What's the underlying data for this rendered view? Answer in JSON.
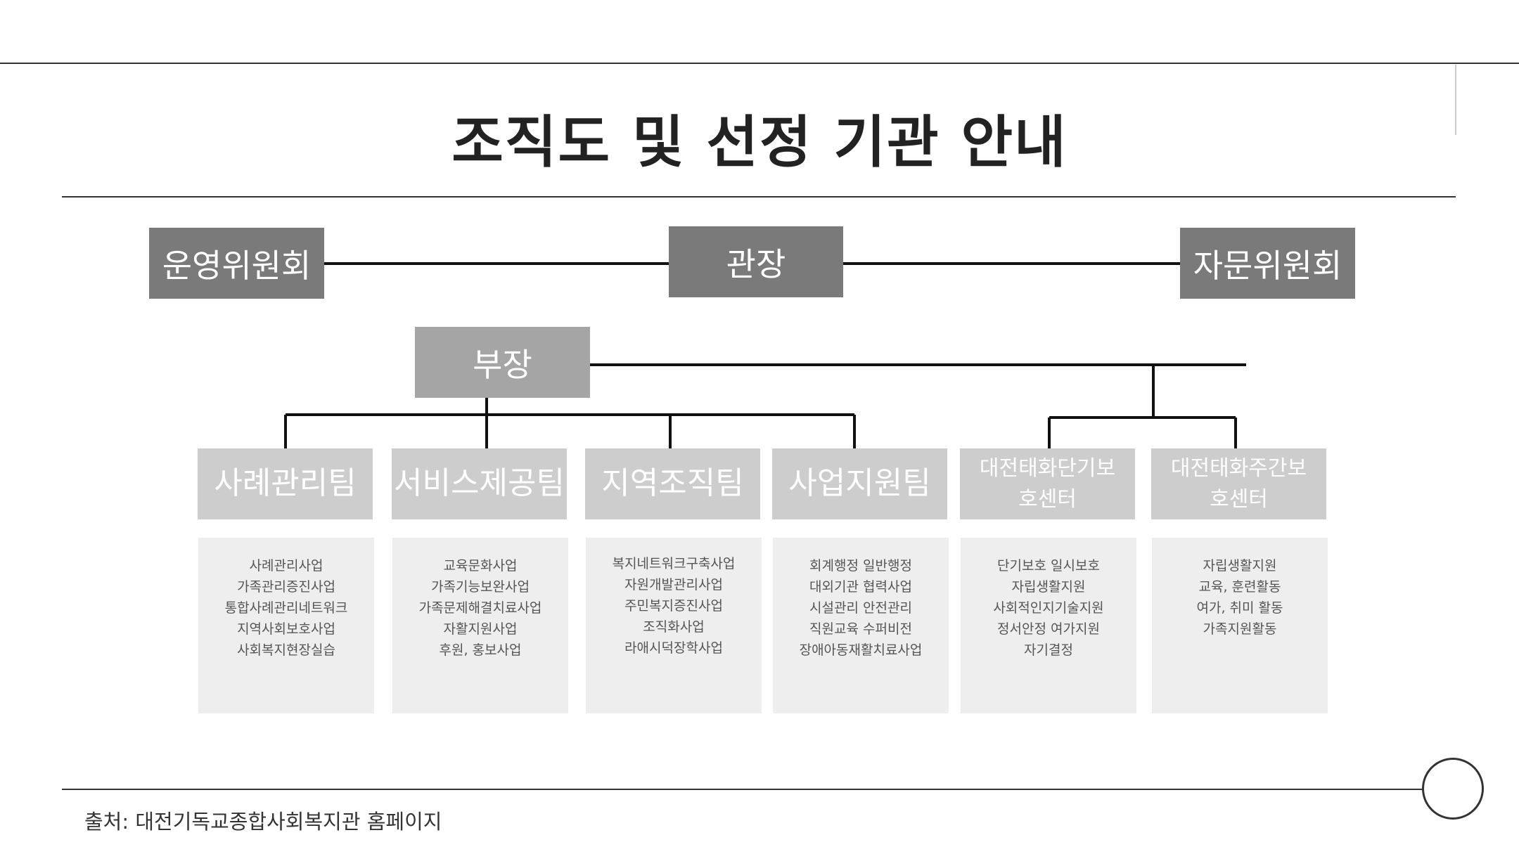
{
  "title": "조직도 및 선정 기관 안내",
  "top_boxes": {
    "left": "운영위원회",
    "center": "관장",
    "right": "자문위원회"
  },
  "manager": "부장",
  "teams": [
    {
      "name": "사례관리팀",
      "items": [
        "사례관리사업",
        "가족관리증진사업",
        "통합사례관리네트워크",
        "지역사회보호사업",
        "사회복지현장실습"
      ]
    },
    {
      "name": "서비스제공팀",
      "items": [
        "교육문화사업",
        "가족기능보완사업",
        "가족문제해결치료사업",
        "자활지원사업",
        "후원, 홍보사업"
      ]
    },
    {
      "name": "지역조직팀",
      "items": [
        "복지네트워크구축사업",
        "자원개발관리사업",
        "주민복지증진사업",
        "조직화사업",
        "라애시덕장학사업"
      ]
    },
    {
      "name": "사업지원팀",
      "items": [
        "회계행정 일반행정",
        "대외기관 협력사업",
        "시설관리 안전관리",
        "직원교육 수퍼비전",
        "장애아동재활치료사업"
      ]
    },
    {
      "name_line1": "대전태화단기보",
      "name_line2": "호센터",
      "items": [
        "단기보호 일시보호",
        "자립생활지원",
        "사회적인지기술지원",
        "정서안정 여가지원",
        "자기결정"
      ]
    },
    {
      "name_line1": "대전태화주간보",
      "name_line2": "호센터",
      "items": [
        "자립생활지원",
        "교육, 훈련활동",
        "여가, 취미 활동",
        "가족지원활동"
      ]
    }
  ],
  "source": "출처: 대전기독교종합사회복지관 홈페이지",
  "colors": {
    "dark_box": "#7a7a7a",
    "mid_box": "#a5a5a5",
    "light_box": "#cdcdcd",
    "content_bg": "#eeeeee",
    "line": "#111111"
  }
}
